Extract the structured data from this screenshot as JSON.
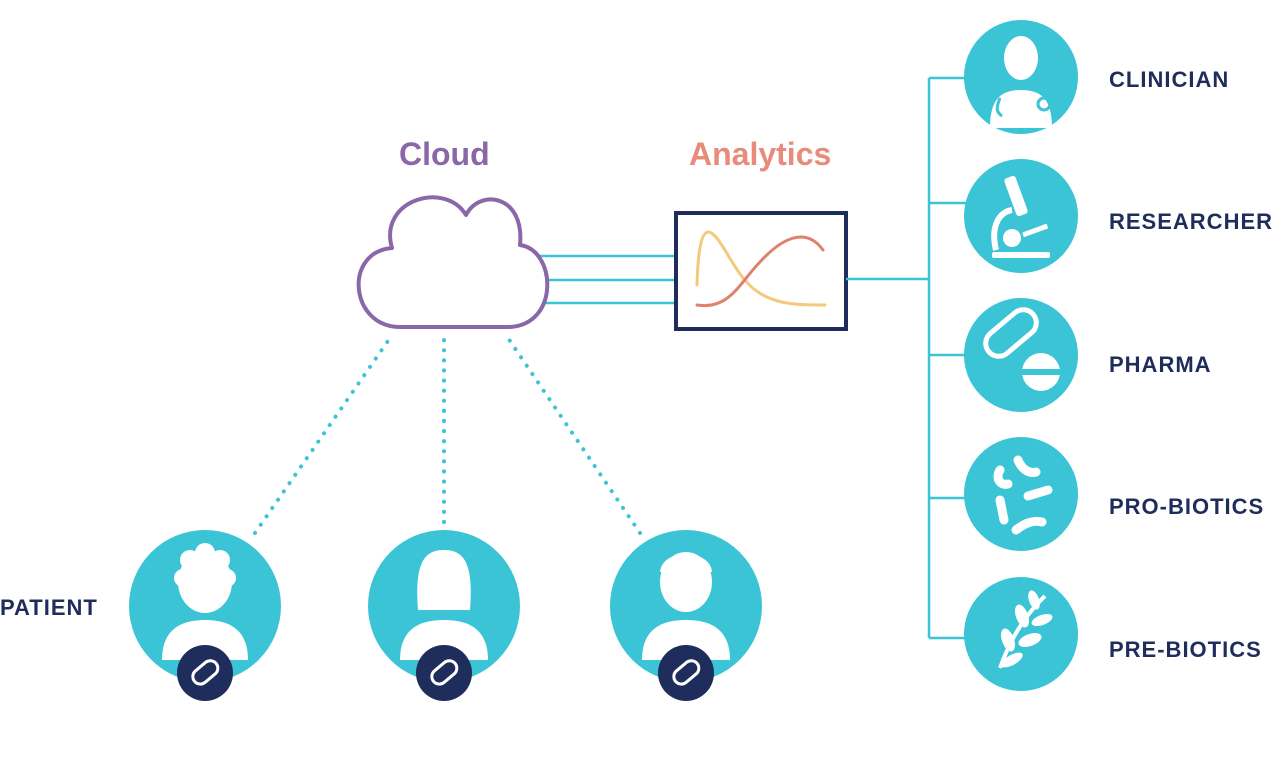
{
  "cloud": {
    "label": "Cloud"
  },
  "analytics": {
    "label": "Analytics"
  },
  "patient": {
    "label": "PATIENT"
  },
  "roles": [
    {
      "label": "CLINICIAN",
      "icon": "doctor-icon"
    },
    {
      "label": "RESEARCHER",
      "icon": "microscope-icon"
    },
    {
      "label": "PHARMA",
      "icon": "pills-icon"
    },
    {
      "label": "PRO-BIOTICS",
      "icon": "bacteria-icon"
    },
    {
      "label": "PRE-BIOTICS",
      "icon": "plant-icon"
    }
  ],
  "colors": {
    "teal": "#3bc3d6",
    "navy": "#1f2d5c",
    "purple": "#8a67a8",
    "salmon": "#e98b7a",
    "curve_yellow": "#f5c97a",
    "curve_red": "#e0806e"
  }
}
